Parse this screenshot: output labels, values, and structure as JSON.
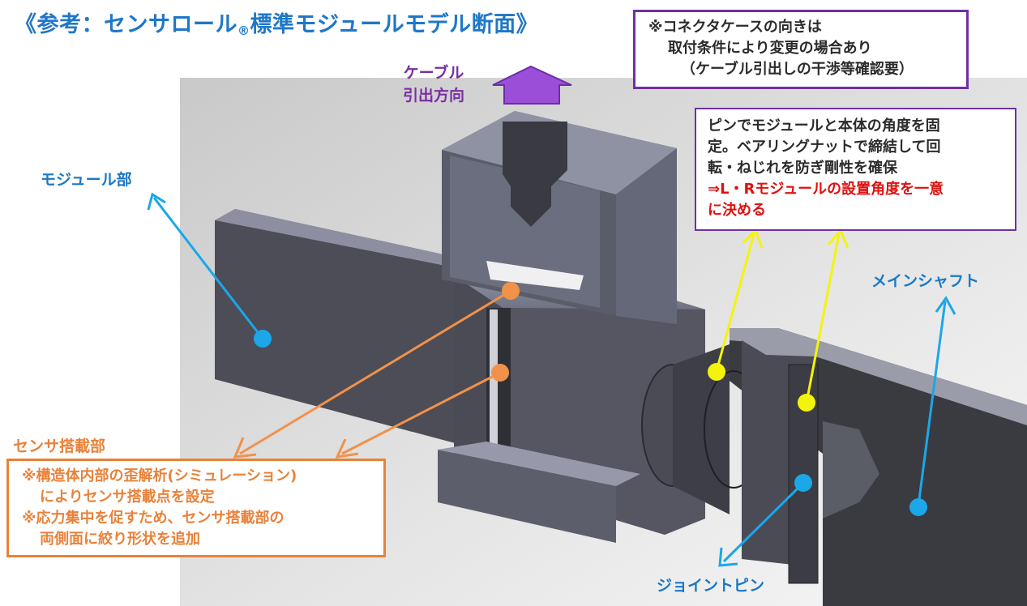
{
  "title": {
    "main": "《参考：センサロール",
    "registered": "®",
    "rest": "標準モジュールモデル断面》"
  },
  "labels": {
    "module": "モジュール部",
    "cable": [
      "ケーブル",
      "引出方向"
    ],
    "main_shaft": "メインシャフト",
    "sensor_mount": "センサ搭載部",
    "joint_pin": "ジョイントピン"
  },
  "notes": {
    "connector": [
      "※コネクタケースの向きは",
      "取付条件により変更の場合あり",
      "（ケーブル引出しの干渉等確認要）"
    ],
    "pin": [
      "ピンでモジュールと本体の角度を固",
      "定。ベアリングナットで締結して回",
      "転・ねじれを防ぎ剛性を確保"
    ],
    "pin_emphasis": [
      "⇒L・Rモジュールの設置角度を一意",
      "に決める"
    ],
    "sensor": [
      "※構造体内部の歪解析(シミュレーション)",
      "によりセンサ搭載点を設定",
      "※応力集中を促すため、センサ搭載部の",
      "両側面に絞り形状を追加"
    ]
  },
  "colors": {
    "title_blue": "#1F77C8",
    "label_blue": "#1B78C4",
    "callout_cyan": "#1BA7E8",
    "callout_orange": "#F0924A",
    "callout_yellow": "#F4F40A",
    "arrow_purple": "#9B4FD9",
    "box_purple": "#7030A0",
    "emphasis_red": "#E01010"
  }
}
